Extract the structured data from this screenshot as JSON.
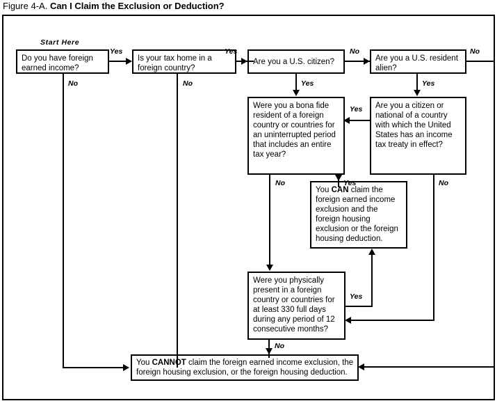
{
  "figure": {
    "number": "Figure 4-A.",
    "title": "Can I Claim the Exclusion or Deduction?"
  },
  "labels": {
    "start_here": "Start Here",
    "yes": "Yes",
    "no": "No"
  },
  "nodes": {
    "q1": {
      "id": "foreign-earned-income",
      "text": "Do you have foreign earned income?"
    },
    "q2": {
      "id": "tax-home-foreign-country",
      "text": "Is your tax home in a foreign country?"
    },
    "q3": {
      "id": "us-citizen",
      "text": "Are you a U.S. citizen?"
    },
    "q4": {
      "id": "us-resident-alien",
      "text": "Are you a U.S. resident alien?"
    },
    "q5": {
      "id": "bona-fide-resident",
      "text": "Were you a bona fide resident of a foreign country or countries for an uninterrupted period that includes an entire tax year?"
    },
    "q6": {
      "id": "tax-treaty-country",
      "text": "Are you a citizen or national of a country with which the United States has an income tax treaty in effect?"
    },
    "q7": {
      "id": "physical-presence",
      "text": "Were you physically present in a foreign country or countries for at least 330 full days during any period of 12 consecutive months?"
    },
    "can": {
      "id": "can-claim",
      "pre": "You ",
      "emphasis": "CAN",
      "post": " claim the foreign earned income exclusion and the foreign housing exclusion or the foreign housing deduction."
    },
    "cannot": {
      "id": "cannot-claim",
      "pre": "You ",
      "emphasis": "CANNOT",
      "post": " claim the foreign earned income exclusion, the foreign housing exclusion, or the foreign housing deduction."
    }
  },
  "edges": [
    {
      "from": "q1",
      "to": "q2",
      "label": "Yes"
    },
    {
      "from": "q1",
      "to": "cannot",
      "label": "No"
    },
    {
      "from": "q2",
      "to": "q3",
      "label": "Yes"
    },
    {
      "from": "q2",
      "to": "cannot",
      "label": "No"
    },
    {
      "from": "q3",
      "to": "q4",
      "label": "No"
    },
    {
      "from": "q3",
      "to": "q5",
      "label": "Yes"
    },
    {
      "from": "q4",
      "to": "cannot",
      "label": "No"
    },
    {
      "from": "q4",
      "to": "q6",
      "label": "Yes"
    },
    {
      "from": "q5",
      "to": "can",
      "label": "Yes"
    },
    {
      "from": "q5",
      "to": "q7",
      "label": "No"
    },
    {
      "from": "q6",
      "to": "q5",
      "label": "Yes"
    },
    {
      "from": "q6",
      "to": "q7",
      "label": "No"
    },
    {
      "from": "q7",
      "to": "can",
      "label": "Yes"
    },
    {
      "from": "q7",
      "to": "cannot",
      "label": "No"
    }
  ],
  "colors": {
    "ink": "#000000",
    "paper": "#ffffff"
  }
}
